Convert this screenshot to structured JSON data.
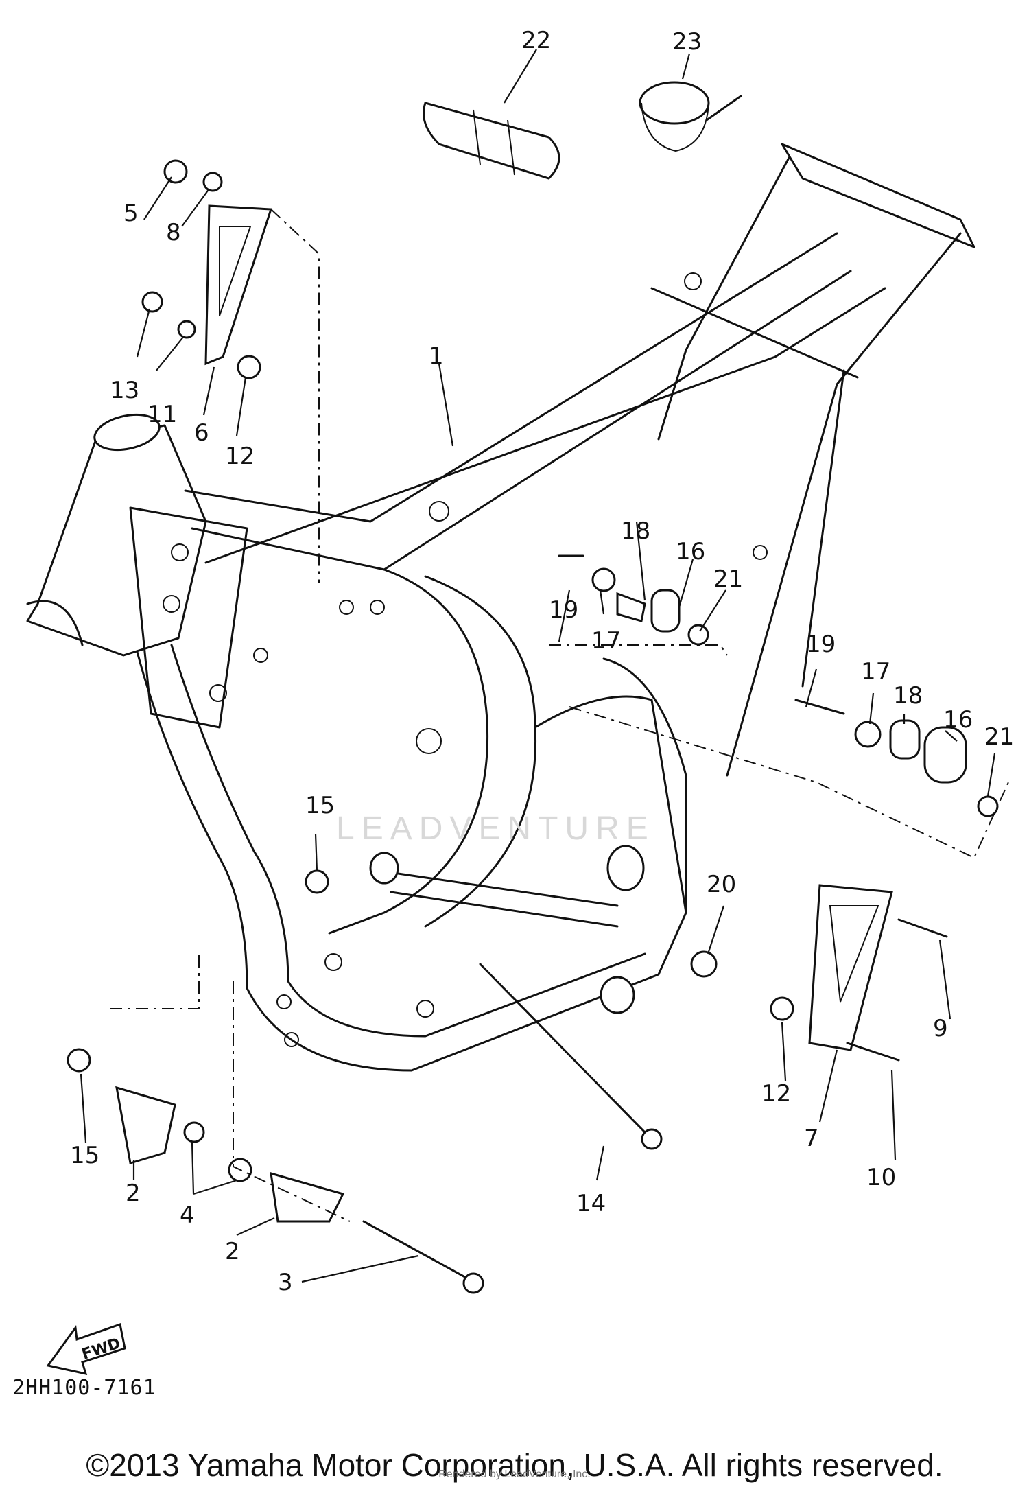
{
  "diagram": {
    "part_labels": [
      "1",
      "2",
      "2",
      "3",
      "4",
      "5",
      "6",
      "7",
      "8",
      "9",
      "10",
      "11",
      "12",
      "12",
      "13",
      "14",
      "15",
      "15",
      "16",
      "16",
      "17",
      "17",
      "18",
      "18",
      "19",
      "19",
      "20",
      "21",
      "21",
      "22",
      "23"
    ],
    "fwd_label": "FWD",
    "drawing_code": "2HH100-7161",
    "watermark": "LEADVENTURE",
    "copyright": "©2013 Yamaha Motor Corporation, U.S.A. All rights reserved.",
    "credit": "Rendered by LeadVenture, Inc."
  }
}
